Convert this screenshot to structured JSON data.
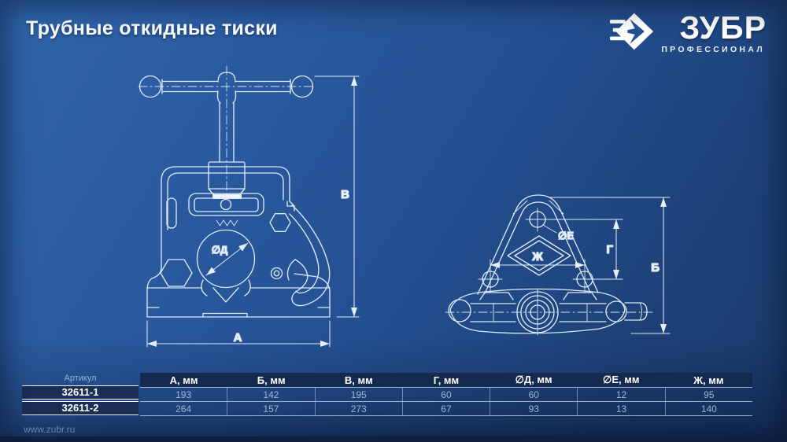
{
  "header": {
    "title": "Трубные откидные тиски",
    "brand": {
      "name": "ЗУБР",
      "tagline": "ПРОФЕССИОНАЛ"
    }
  },
  "diagram": {
    "labels": {
      "a": "А",
      "b": "Б",
      "v": "В",
      "g": "Г",
      "d": "∅Д",
      "e": "∅Е",
      "zh": "Ж"
    }
  },
  "table": {
    "article_label": "Артикул",
    "columns": [
      "А, мм",
      "Б, мм",
      "В, мм",
      "Г, мм",
      "∅Д, мм",
      "∅Е, мм",
      "Ж, мм"
    ],
    "rows": [
      {
        "article": "32611-1",
        "values": [
          "193",
          "142",
          "195",
          "60",
          "60",
          "12",
          "95"
        ]
      },
      {
        "article": "32611-2",
        "values": [
          "264",
          "157",
          "273",
          "67",
          "93",
          "13",
          "140"
        ]
      }
    ]
  },
  "footer": {
    "website": "www.zubr.ru"
  },
  "colors": {
    "background_top": "#2f65aa",
    "background_bottom": "#1a3a6c",
    "table_header_bg": "#152a4f",
    "article_box_bg": "#1b2e55",
    "drawing_line": "#dde9f6",
    "value_text": "#9db9d8"
  }
}
